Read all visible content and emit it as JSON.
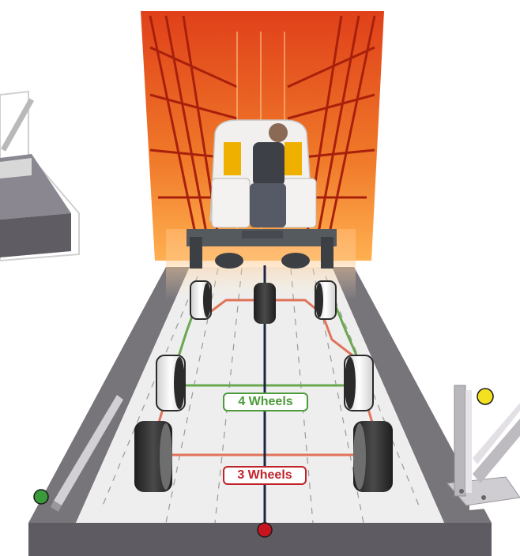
{
  "labels": {
    "four_wheels": "4 Wheels",
    "three_wheels": "3 Wheels"
  },
  "colors": {
    "four_wheels": "#4c9a3a",
    "three_wheels": "#c0232a",
    "path_four": "#6aa84f",
    "path_three": "#e0745a",
    "center_guide": "#1a2744",
    "marker_green": "#3a9a3a",
    "marker_yellow": "#f3e020",
    "marker_red": "#c8141e",
    "rack_orange": "#e8501c",
    "floor": "#eeeeee",
    "rail": "#77747a"
  },
  "icons": {
    "left_inset": "rail-cross-section-icon",
    "right_inset": "rail-mount-bracket-icon",
    "vehicle": "narrow-aisle-forklift-operator"
  }
}
